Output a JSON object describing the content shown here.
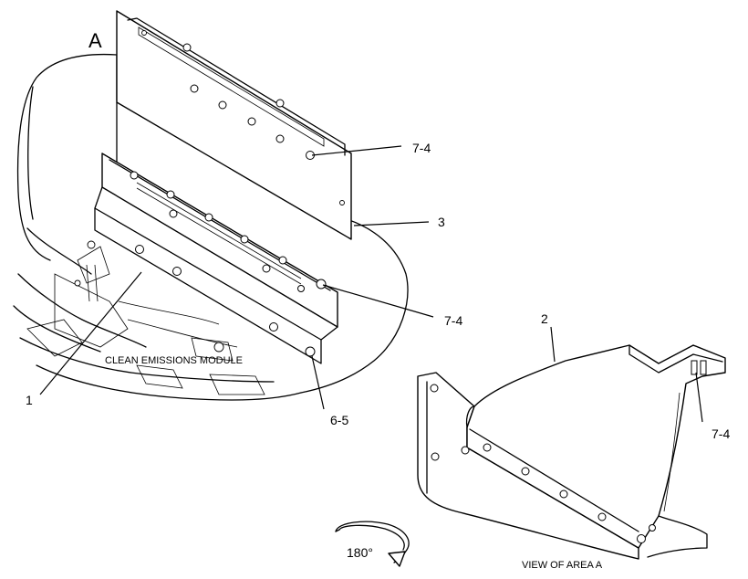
{
  "labels": {
    "view_letter": "A",
    "callout_7_4_top": "7-4",
    "callout_3": "3",
    "callout_7_4_mid": "7-4",
    "callout_2": "2",
    "callout_7_4_right": "7-4",
    "callout_1": "1",
    "callout_6_5": "6-5",
    "module_label": "CLEAN EMISSIONS MODULE",
    "rotation": "180°",
    "view_caption": "VIEW OF AREA  A"
  }
}
